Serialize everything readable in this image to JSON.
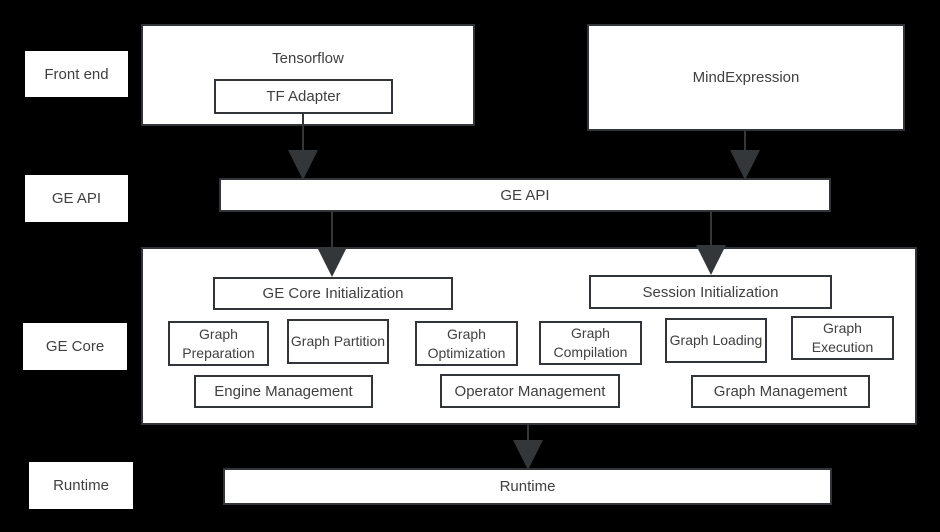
{
  "colors": {
    "background": "#000000",
    "box_fill": "#ffffff",
    "box_border": "#313539",
    "text": "#404040",
    "arrow": "#33373a"
  },
  "row_labels": [
    "Front end",
    "GE API",
    "GE Core",
    "Runtime"
  ],
  "front_end": {
    "tensorflow": {
      "title": "Tensorflow",
      "child": "TF Adapter"
    },
    "mind_expression": {
      "title": "MindExpression"
    }
  },
  "ge_api_bar": {
    "label": "GE API"
  },
  "ge_core": {
    "init_boxes": [
      "GE Core Initialization",
      "Session Initialization"
    ],
    "stage_boxes": [
      "Graph Preparation",
      "Graph Partition",
      "Graph Optimization",
      "Graph Compilation",
      "Graph Loading",
      "Graph Execution"
    ],
    "management_boxes": [
      "Engine Management",
      "Operator Management",
      "Graph Management"
    ]
  },
  "runtime_bar": {
    "label": "Runtime"
  }
}
